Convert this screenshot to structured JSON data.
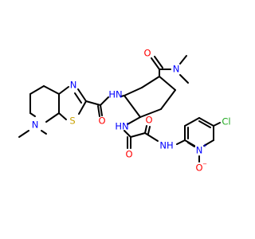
{
  "structure": {
    "atoms": {
      "thiazole_n": "N",
      "thiazole_s": "S",
      "ring_n": "N",
      "amide_nh_upper": "HN",
      "amide_o_upper": "O",
      "dimethylamide_n": "N",
      "dimethylamide_o": "O",
      "amide_nh_lower": "HN",
      "oxalyl_o_left": "O",
      "oxalyl_o_right": "O",
      "anilide_nh": "NH",
      "pyridine_n": "N",
      "pyridine_n_charge": "+",
      "n_oxide_o": "O",
      "n_oxide_charge": "−",
      "chloro": "Cl"
    },
    "colors": {
      "bond": "#000000",
      "carbon": "#000000",
      "nitrogen": "#0000ff",
      "oxygen": "#ff0000",
      "sulfur": "#c8a000",
      "chlorine": "#22aa22"
    }
  }
}
